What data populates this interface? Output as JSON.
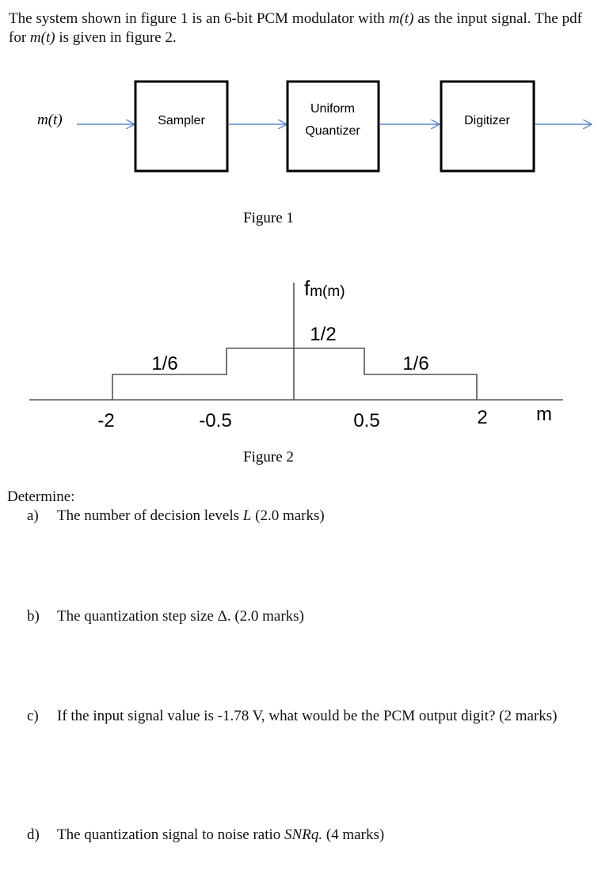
{
  "intro": {
    "part1": "The system shown in figure 1 is an 6-bit PCM modulator with ",
    "m1": "m(t)",
    "part2": " as the input signal. The pdf for ",
    "m2": "m(t)",
    "part3": " is given in figure 2."
  },
  "figure1": {
    "input_label": "m(t)",
    "blocks": [
      {
        "line1": "Sampler",
        "line2": ""
      },
      {
        "line1": "Uniform",
        "line2": "Quantizer"
      },
      {
        "line1": "Digitizer",
        "line2": ""
      }
    ],
    "caption": "Figure 1"
  },
  "figure2": {
    "y_label_main": "f",
    "y_label_sub": "m(m)",
    "x_label": "m",
    "levels": [
      "1/6",
      "1/2",
      "1/6"
    ],
    "ticks": [
      "-2",
      "-0.5",
      "0.5",
      "2"
    ],
    "caption": "Figure 2"
  },
  "determine": "Determine:",
  "questions": [
    {
      "label": "a)",
      "pre": "The number of decision levels ",
      "var": "L",
      "post": " (2.0 marks)"
    },
    {
      "label": "b)",
      "pre": "The quantization step size Δ.  (2.0 marks)",
      "var": "",
      "post": ""
    },
    {
      "label": "c)",
      "pre": "If the input signal value is -1.78 V, what would be the PCM output digit? (2 marks)",
      "var": "",
      "post": ""
    },
    {
      "label": "d)",
      "pre": "The quantization signal to noise ratio  ",
      "var": "SNRq.",
      "post": "  (4 marks)"
    }
  ]
}
